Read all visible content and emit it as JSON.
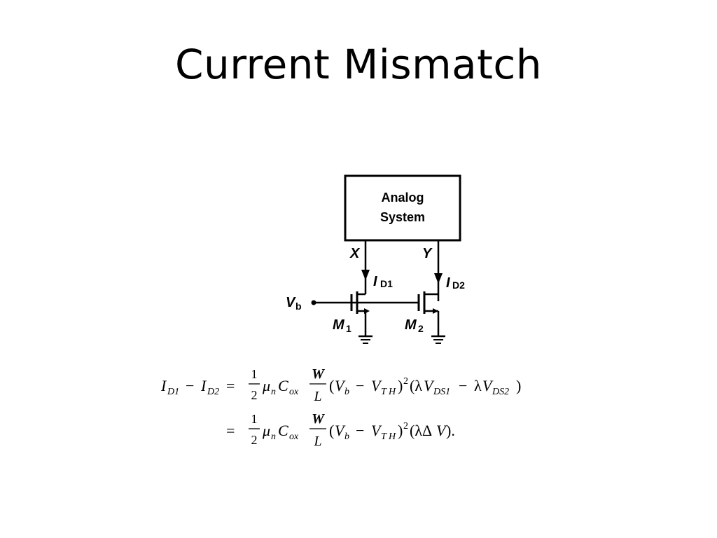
{
  "slide": {
    "title": "Current Mismatch"
  },
  "circuit": {
    "box_label_line1": "Analog",
    "box_label_line2": "System",
    "node_x": "X",
    "node_y": "Y",
    "current1": "I",
    "current1_sub": "D1",
    "current2": "I",
    "current2_sub": "D2",
    "bias": "V",
    "bias_sub": "b",
    "transistor1": "M",
    "transistor1_sub": "1",
    "transistor2": "M",
    "transistor2_sub": "2"
  },
  "equation": {
    "line1": "I_D1 − I_D2 = (1/2) μ_n C_ox (W/L) (V_b − V_TH)^2 (λV_DS1 − λV_DS2)",
    "line2": "= (1/2) μ_n C_ox (W/L) (V_b − V_TH)^2 (λΔV)."
  }
}
